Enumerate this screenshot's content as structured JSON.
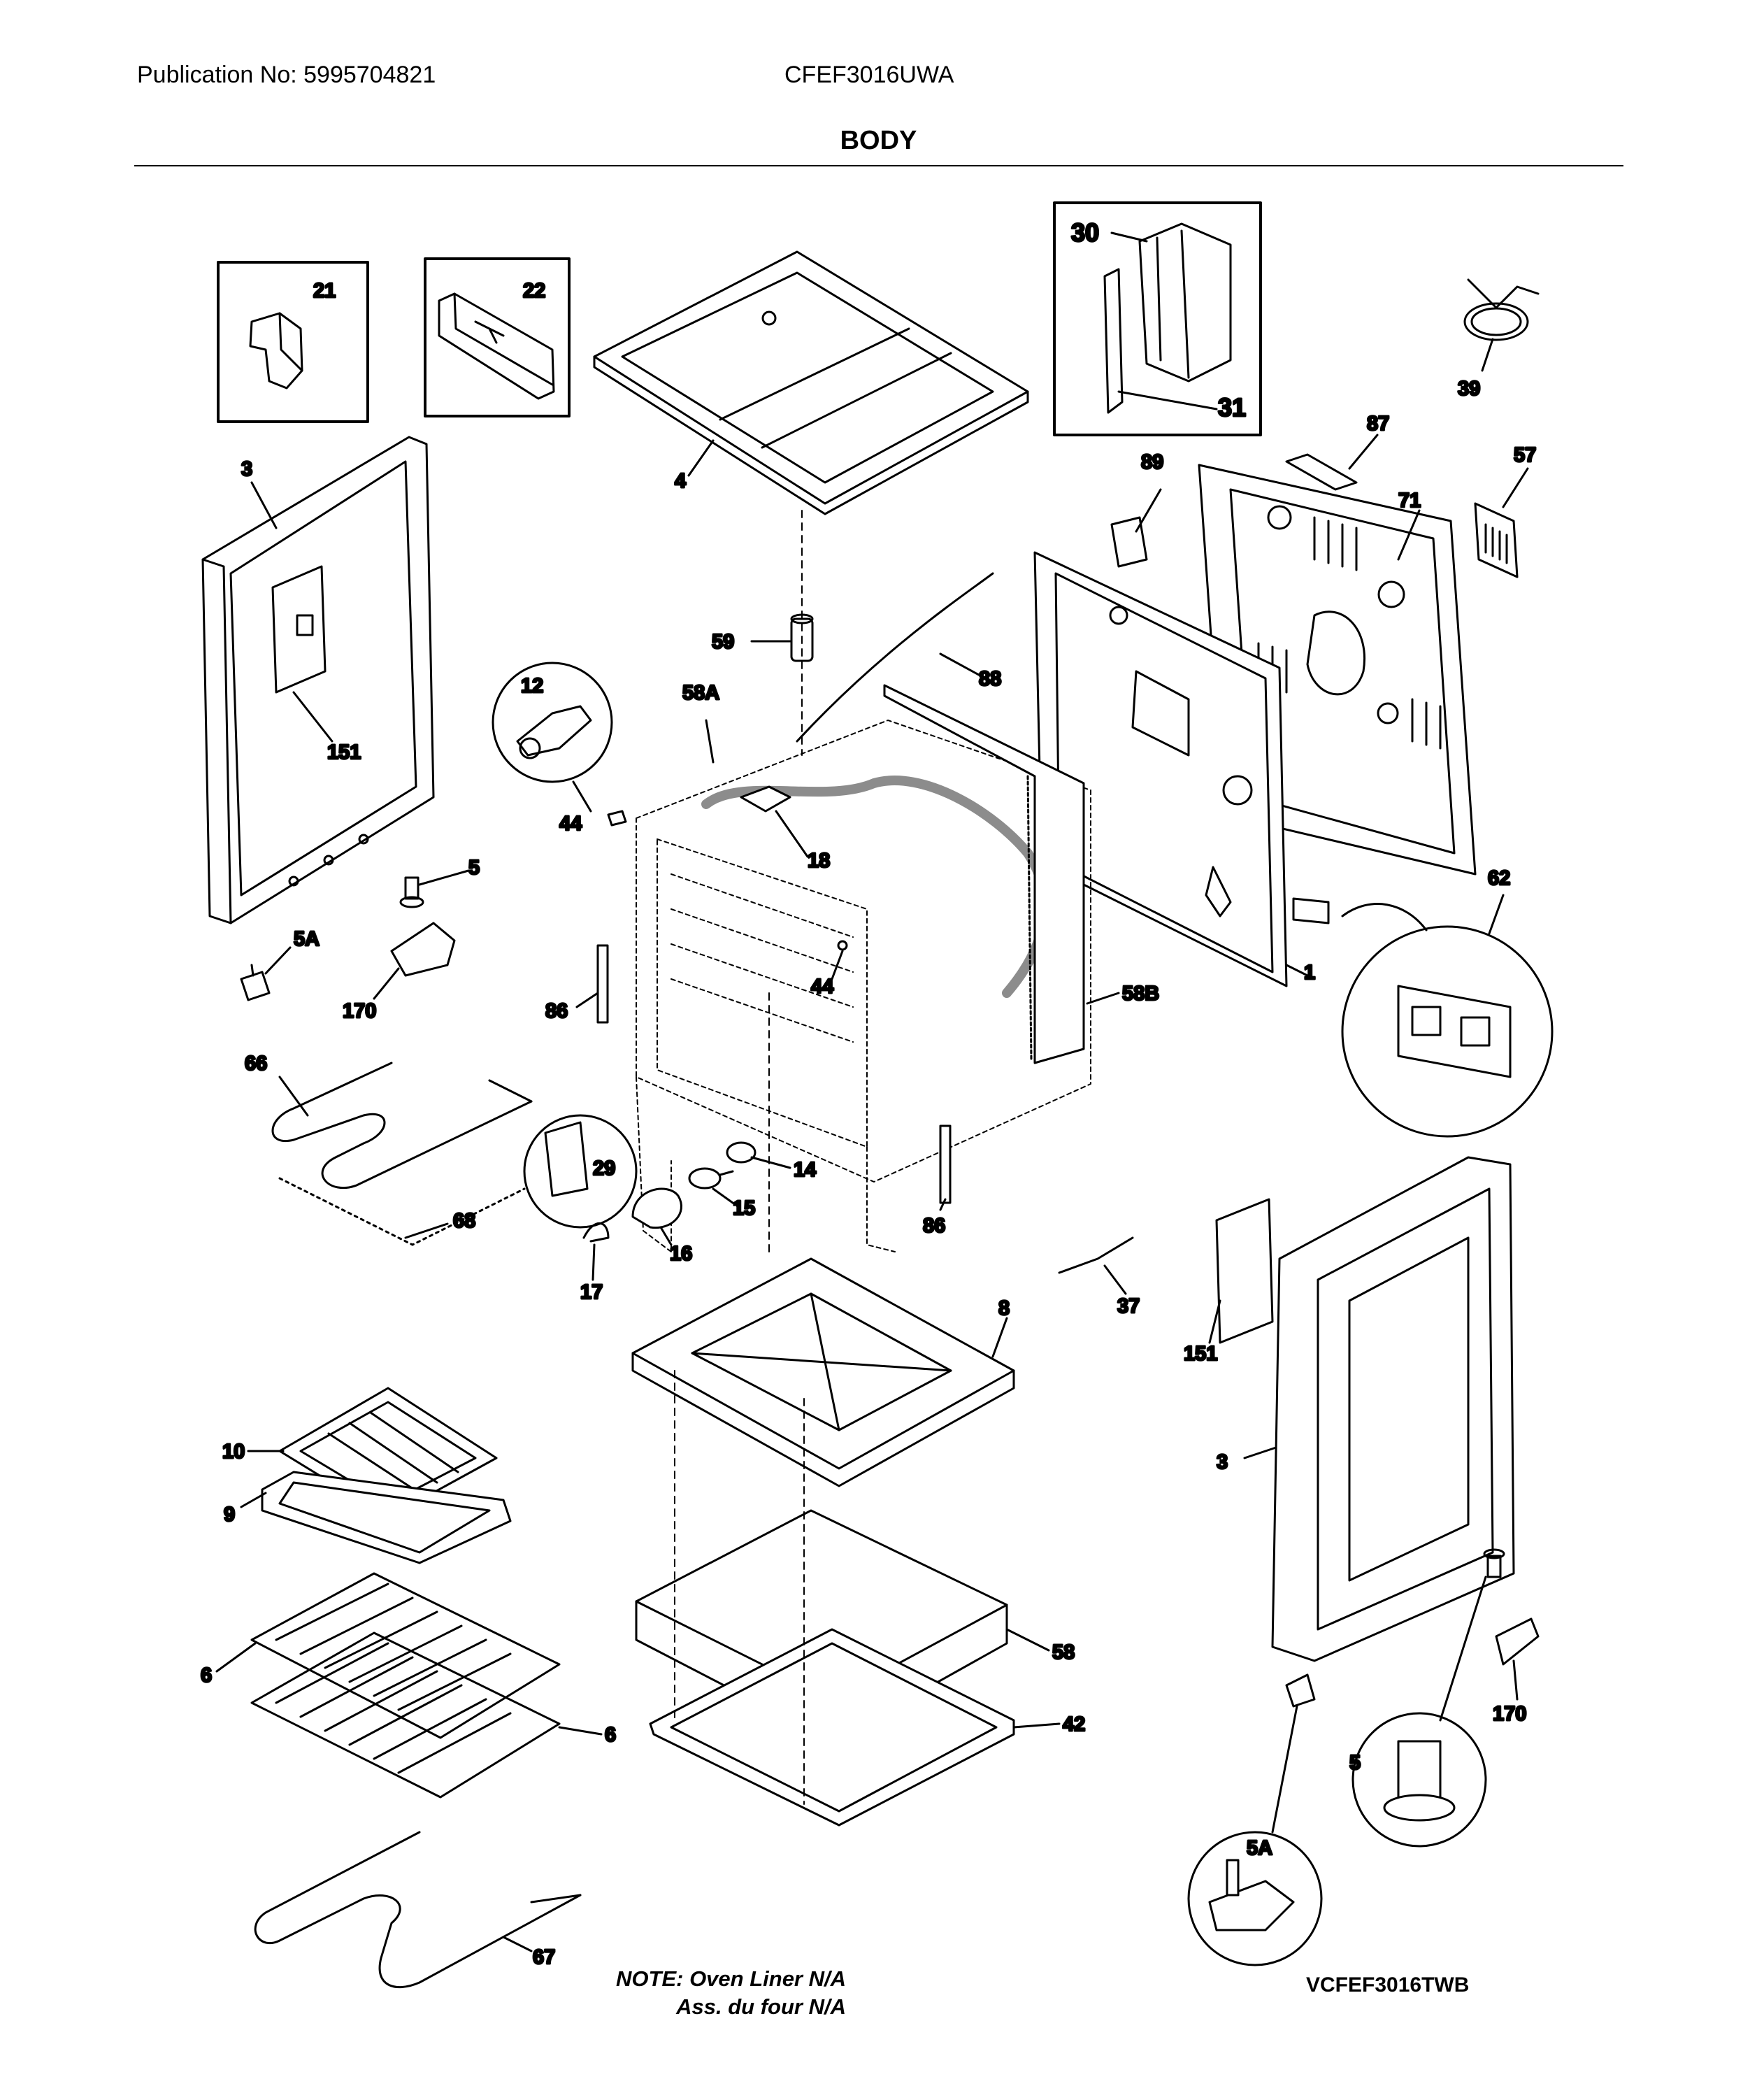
{
  "header": {
    "publication": "Publication No: 5995704821",
    "model": "CFEF3016UWA",
    "section_title": "BODY"
  },
  "callouts": {
    "c21": "21",
    "c22": "22",
    "c4": "4",
    "c30": "30",
    "c31": "31",
    "c39": "39",
    "c3_left": "3",
    "c151_left": "151",
    "c59": "59",
    "c89": "89",
    "c87": "87",
    "c71": "71",
    "c57": "57",
    "c88": "88",
    "c12": "12",
    "c58A": "58A",
    "c44_a": "44",
    "c18": "18",
    "c5_left": "5",
    "c5A_left": "5A",
    "c170_left": "170",
    "c86_left": "86",
    "c44_b": "44",
    "c1": "1",
    "c62": "62",
    "c58B": "58B",
    "c66": "66",
    "c29": "29",
    "c14": "14",
    "c15": "15",
    "c68": "68",
    "c16": "16",
    "c17": "17",
    "c86_right": "86",
    "c37": "37",
    "c8": "8",
    "c151_right": "151",
    "c10": "10",
    "c9": "9",
    "c3_right": "3",
    "c6_a": "6",
    "c6_b": "6",
    "c58": "58",
    "c42": "42",
    "c170_right": "170",
    "c5_right": "5",
    "c5A_right": "5A",
    "c67": "67"
  },
  "note": {
    "line1": "NOTE: Oven Liner N/A",
    "line2": "Ass. du four N/A"
  },
  "drawing_code": "VCFEF3016TWB"
}
